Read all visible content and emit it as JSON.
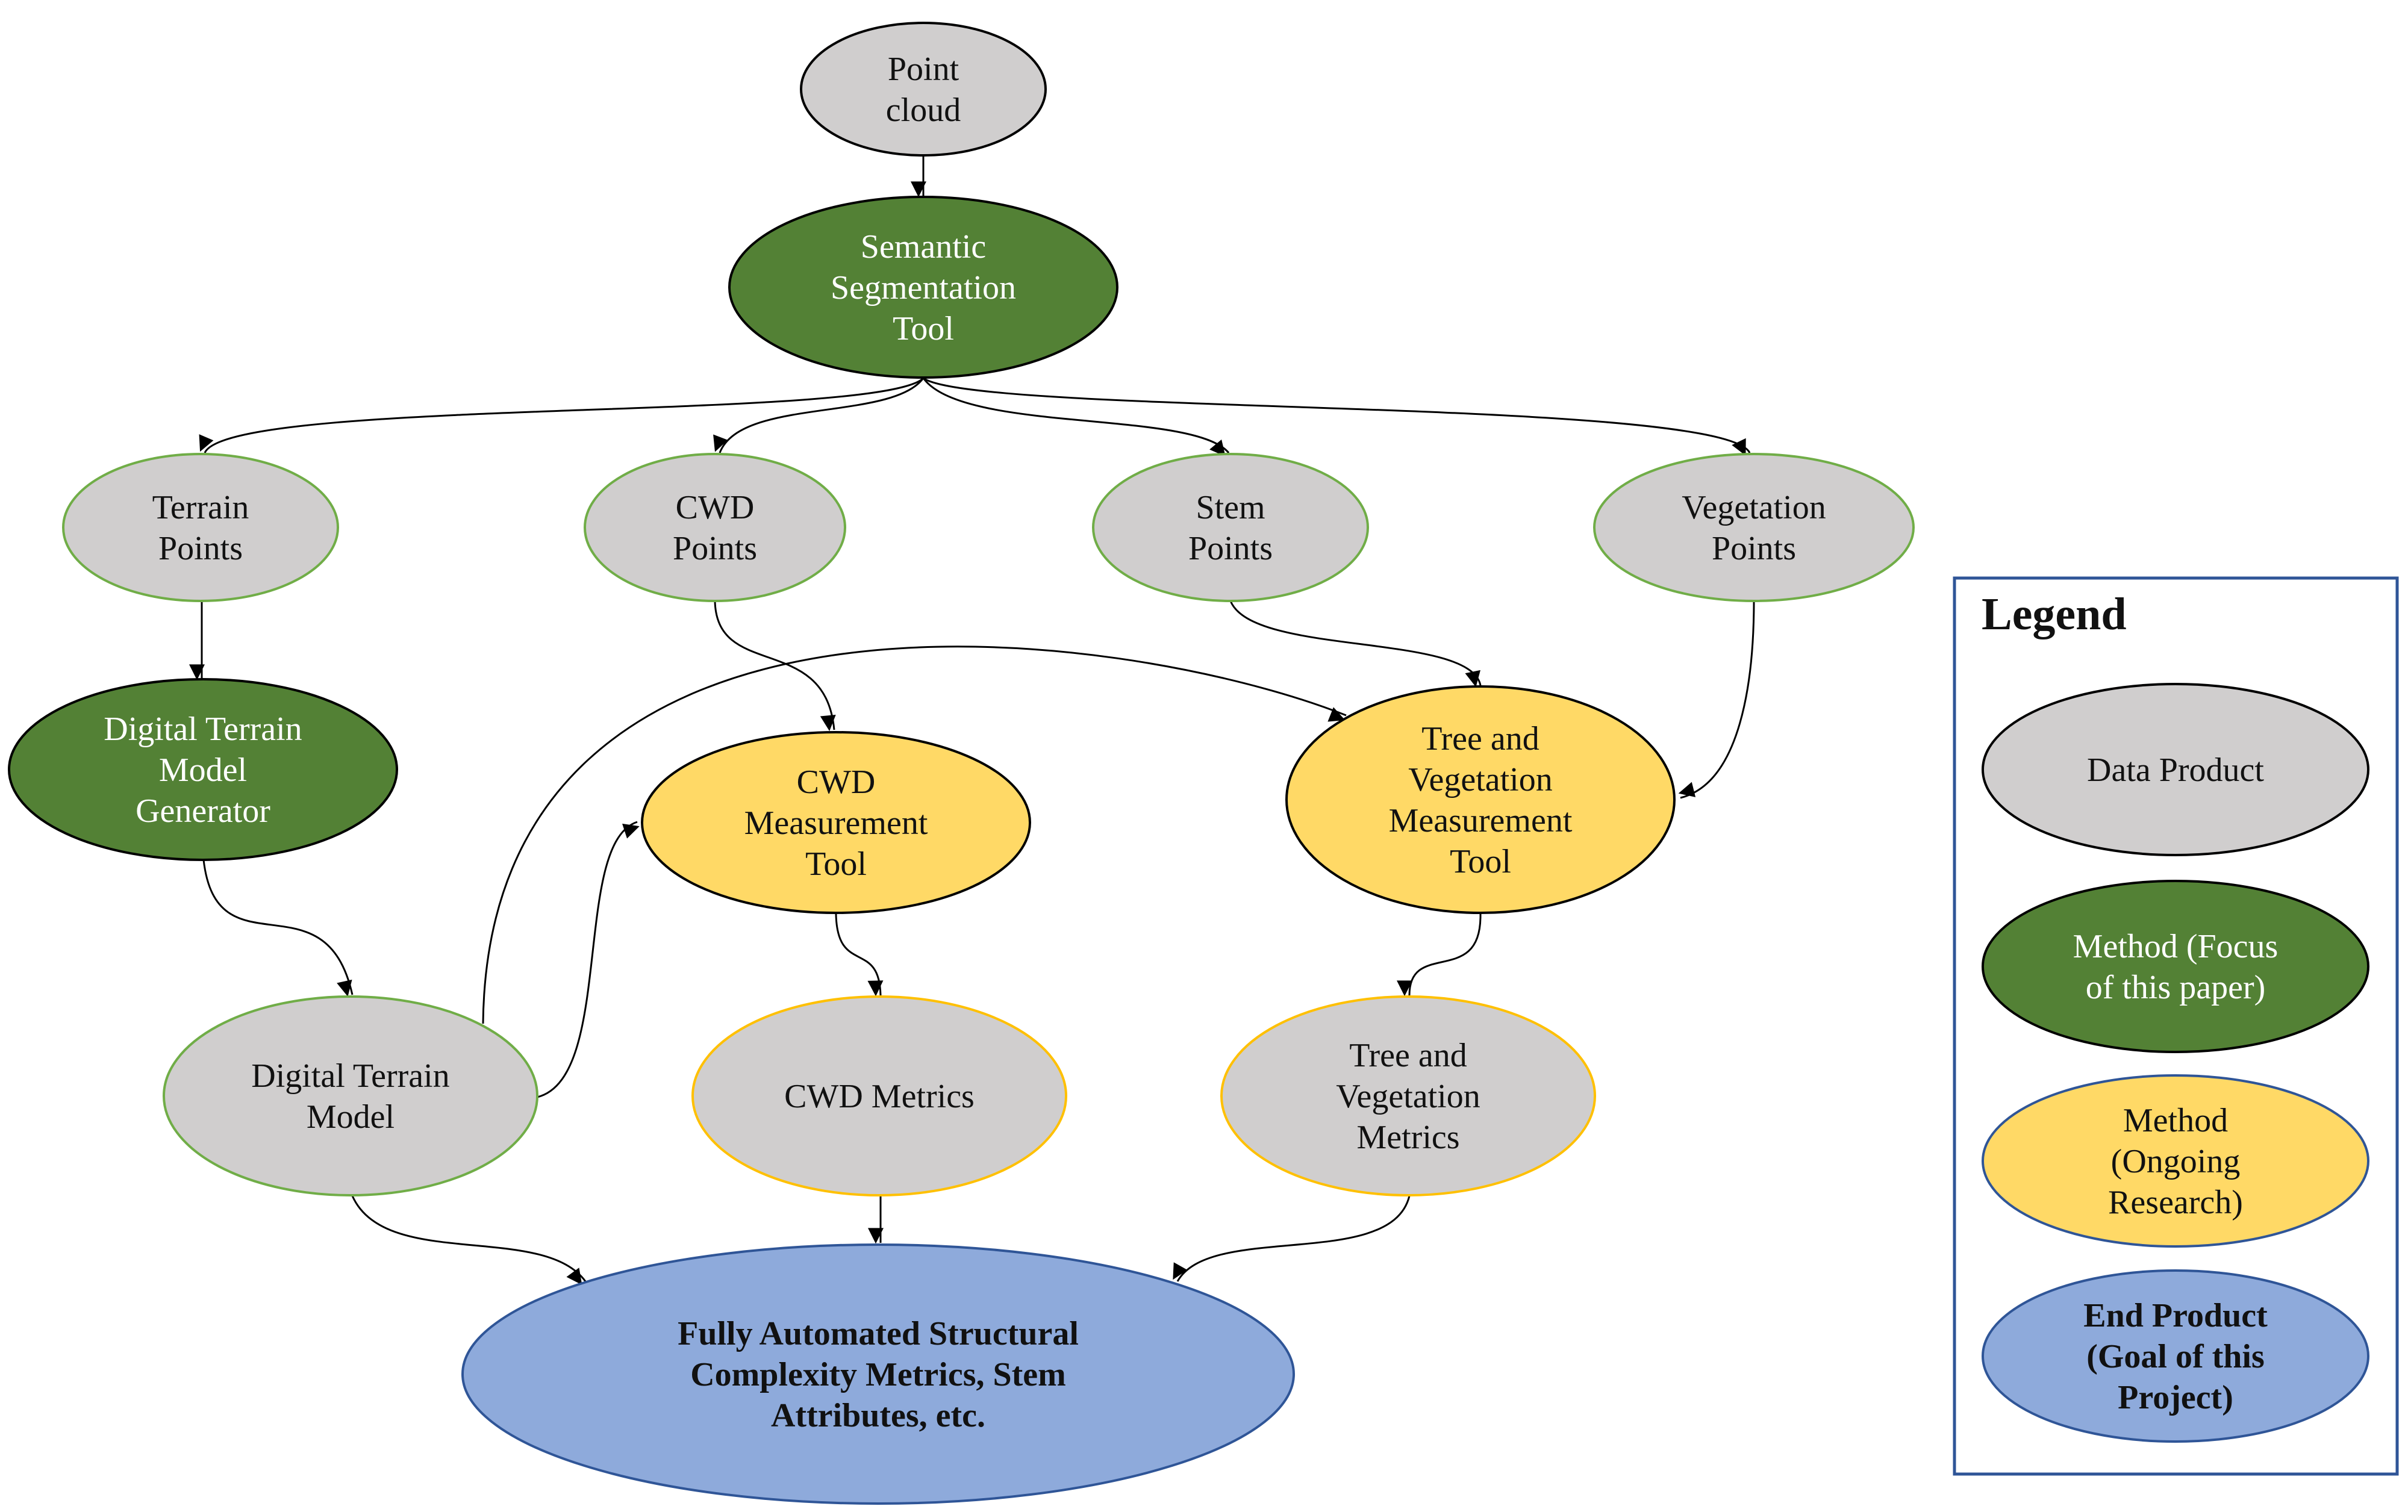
{
  "diagram": {
    "nodes": {
      "point_cloud": {
        "lines": [
          "Point",
          "cloud"
        ],
        "kind": "data"
      },
      "semantic_segmentation": {
        "lines": [
          "Semantic",
          "Segmentation",
          "Tool"
        ],
        "kind": "method_focus"
      },
      "terrain_points": {
        "lines": [
          "Terrain",
          "Points"
        ],
        "kind": "data"
      },
      "cwd_points": {
        "lines": [
          "CWD",
          "Points"
        ],
        "kind": "data"
      },
      "stem_points": {
        "lines": [
          "Stem",
          "Points"
        ],
        "kind": "data"
      },
      "vegetation_points": {
        "lines": [
          "Vegetation",
          "Points"
        ],
        "kind": "data"
      },
      "dtm_generator": {
        "lines": [
          "Digital Terrain",
          "Model",
          "Generator"
        ],
        "kind": "method_focus"
      },
      "cwd_tool": {
        "lines": [
          "CWD",
          "Measurement",
          "Tool"
        ],
        "kind": "method_ongoing"
      },
      "tree_veg_tool": {
        "lines": [
          "Tree and",
          "Vegetation",
          "Measurement",
          "Tool"
        ],
        "kind": "method_ongoing"
      },
      "dtm": {
        "lines": [
          "Digital Terrain",
          "Model"
        ],
        "kind": "data"
      },
      "cwd_metrics": {
        "lines": [
          "CWD Metrics"
        ],
        "kind": "data"
      },
      "tree_veg_metrics": {
        "lines": [
          "Tree and",
          "Vegetation",
          "Metrics"
        ],
        "kind": "data"
      },
      "end_product": {
        "lines": [
          "Fully Automated Structural",
          "Complexity Metrics, Stem",
          "Attributes, etc."
        ],
        "kind": "end_product"
      }
    },
    "edges": [
      [
        "point_cloud",
        "semantic_segmentation"
      ],
      [
        "semantic_segmentation",
        "terrain_points"
      ],
      [
        "semantic_segmentation",
        "cwd_points"
      ],
      [
        "semantic_segmentation",
        "stem_points"
      ],
      [
        "semantic_segmentation",
        "vegetation_points"
      ],
      [
        "terrain_points",
        "dtm_generator"
      ],
      [
        "cwd_points",
        "cwd_tool"
      ],
      [
        "stem_points",
        "tree_veg_tool"
      ],
      [
        "vegetation_points",
        "tree_veg_tool"
      ],
      [
        "dtm_generator",
        "dtm"
      ],
      [
        "dtm",
        "cwd_tool"
      ],
      [
        "dtm",
        "tree_veg_tool"
      ],
      [
        "cwd_tool",
        "cwd_metrics"
      ],
      [
        "tree_veg_tool",
        "tree_veg_metrics"
      ],
      [
        "dtm",
        "end_product"
      ],
      [
        "cwd_metrics",
        "end_product"
      ],
      [
        "tree_veg_metrics",
        "end_product"
      ]
    ]
  },
  "legend": {
    "title": "Legend",
    "items": {
      "data_product": {
        "lines": [
          "Data Product"
        ],
        "kind": "data"
      },
      "method_focus": {
        "lines": [
          "Method (Focus",
          "of this paper)"
        ],
        "kind": "method_focus"
      },
      "method_ongoing": {
        "lines": [
          "Method",
          "(Ongoing",
          "Research)"
        ],
        "kind": "method_ongoing"
      },
      "end_product": {
        "lines": [
          "End Product",
          "(Goal of this",
          "Project)"
        ],
        "kind": "end_product"
      }
    }
  },
  "colors": {
    "data_fill": "#D0CECE",
    "method_focus_fill": "#538135",
    "method_focus_text": "#FFFFFF",
    "method_ongoing_fill": "#FFD966",
    "end_product_fill": "#8EAADB",
    "end_product_stroke": "#2F5597",
    "green_stroke": "#70AD47",
    "yellow_stroke": "#FFC000",
    "legend_border": "#2F5597",
    "text_dark": "#111111"
  }
}
